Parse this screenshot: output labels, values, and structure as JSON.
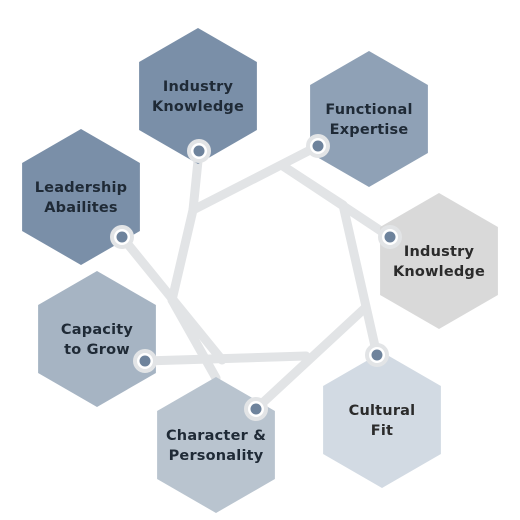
{
  "nodes": [
    {
      "id": "industry-knowledge-1",
      "lines": [
        "Industry",
        "Knowledge"
      ],
      "fill": "#7a8fa8",
      "text_color": "#1f2a36"
    },
    {
      "id": "functional-expertise",
      "lines": [
        "Functional",
        "Expertise"
      ],
      "fill": "#8fa1b6",
      "text_color": "#1f2a36"
    },
    {
      "id": "industry-knowledge-2",
      "lines": [
        "Industry",
        "Knowledge"
      ],
      "fill": "#d9d9d9",
      "text_color": "#2b2b2b"
    },
    {
      "id": "cultural-fit",
      "lines": [
        "Cultural",
        "Fit"
      ],
      "fill": "#d2dae3",
      "text_color": "#2b2b2b"
    },
    {
      "id": "character-personality",
      "lines": [
        "Character &",
        "Personality"
      ],
      "fill": "#b9c4cf",
      "text_color": "#1f2a36"
    },
    {
      "id": "capacity-to-grow",
      "lines": [
        "Capacity",
        "to Grow"
      ],
      "fill": "#a6b4c3",
      "text_color": "#1f2a36"
    },
    {
      "id": "leadership-abilities",
      "lines": [
        "Leadership",
        "Abailites"
      ],
      "fill": "#7a8fa8",
      "text_color": "#1f2a36"
    }
  ],
  "colors": {
    "connector": "#e2e4e6",
    "dot_fill": "#6e839c",
    "dot_ring": "#e2e4e6"
  }
}
